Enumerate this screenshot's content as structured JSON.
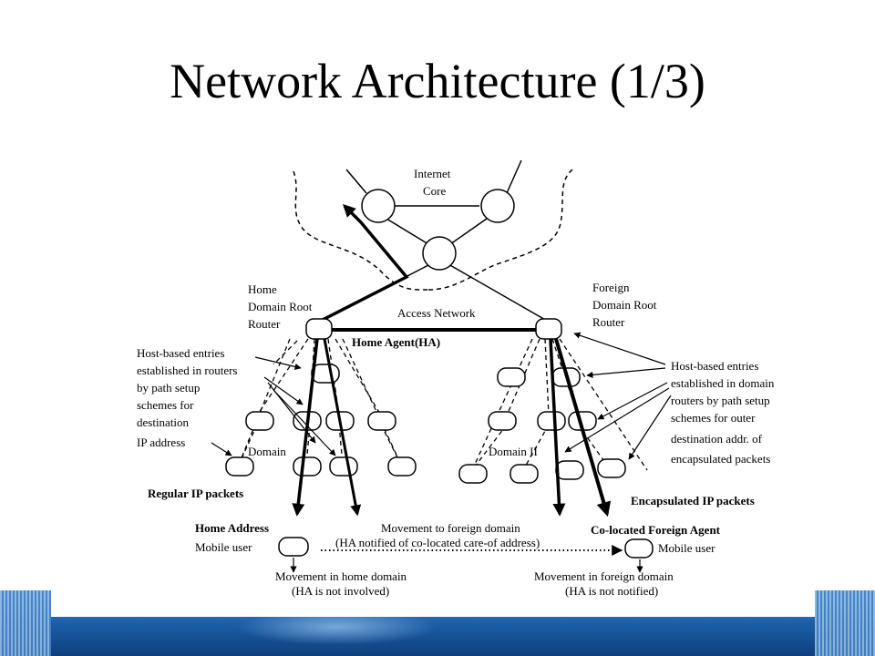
{
  "slide": {
    "title": "Network Architecture (1/3)"
  },
  "diagram": {
    "labels": {
      "internet_core_1": "Internet",
      "internet_core_2": "Core",
      "home_root_1": "Home",
      "home_root_2": "Domain Root",
      "home_root_3": "Router",
      "access_network": "Access Network",
      "home_agent": "Home Agent(HA)",
      "foreign_root_1": "Foreign",
      "foreign_root_2": "Domain Root",
      "foreign_root_3": "Router",
      "left_entries_1": "Host-based entries",
      "left_entries_2": "established in routers",
      "left_entries_3": "by path setup",
      "left_entries_4": "schemes for",
      "left_entries_5": "destination",
      "left_entries_6": "IP address",
      "right_entries_1": "Host-based entries",
      "right_entries_2": "established in domain",
      "right_entries_3": "routers by path setup",
      "right_entries_4": "schemes for outer",
      "right_entries_5": "destination addr. of",
      "right_entries_6": "encapsulated packets",
      "domain_i": "Domain",
      "domain_ii": "Domain II",
      "regular_packets": "Regular IP packets",
      "encapsulated_packets": "Encapsulated IP packets",
      "home_address": "Home Address",
      "mobile_user_left": "Mobile user",
      "movement_foreign_1": "Movement to foreign domain",
      "movement_foreign_2": "(HA notified of co-located care-of address)",
      "colocated_fa": "Co-located Foreign Agent",
      "mobile_user_right": "Mobile user",
      "movement_home_1": "Movement in home domain",
      "movement_home_2": "(HA is not involved)",
      "movement_in_foreign_1": "Movement in foreign domain",
      "movement_in_foreign_2": "(HA is not notified)"
    }
  }
}
